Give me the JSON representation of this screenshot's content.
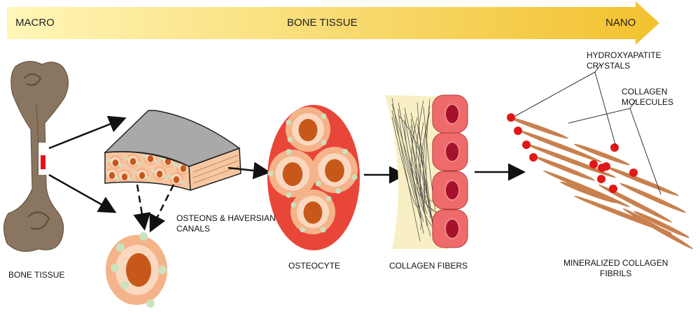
{
  "scale_bar": {
    "left": "MACRO",
    "center": "BONE TISSUE",
    "right": "NANO",
    "gradient_start": "#fff6b8",
    "gradient_end": "#f2c12e"
  },
  "labels": {
    "bone_tissue": "BONE TISSUE",
    "osteons_line1": "OSTEONS & HAVERSIAN",
    "osteons_line2": "CANALS",
    "osteocyte": "OSTEOCYTE",
    "collagen_fibers": "COLLAGEN FIBERS",
    "mineralized_line1": "MINERALIZED COLLAGEN",
    "mineralized_line2": "FIBRILS",
    "hydroxyapatite_line1": "HYDROXYAPATITE",
    "hydroxyapatite_line2": "CRYSTALS",
    "collagen_molecules_line1": "COLLAGEN",
    "collagen_molecules_line2": "MOLECULES"
  },
  "colors": {
    "bone": "#8a7560",
    "bone_light": "#b7a38c",
    "marker": "#e5121b",
    "osteon_outer": "#f5b38a",
    "osteon_inner": "#fad8c0",
    "nucleus": "#c8581a",
    "dot": "#c9e2bf",
    "osteocyte_bg": "#e9463a",
    "fiber_bg": "#f8f0c4",
    "cell_red": "#ef6b6b",
    "cell_nucleus": "#a6122c",
    "fibril": "#c8804e",
    "crystal": "#e01818",
    "block_top": "#a9a9a9",
    "block_side": "#f7c7a1"
  }
}
